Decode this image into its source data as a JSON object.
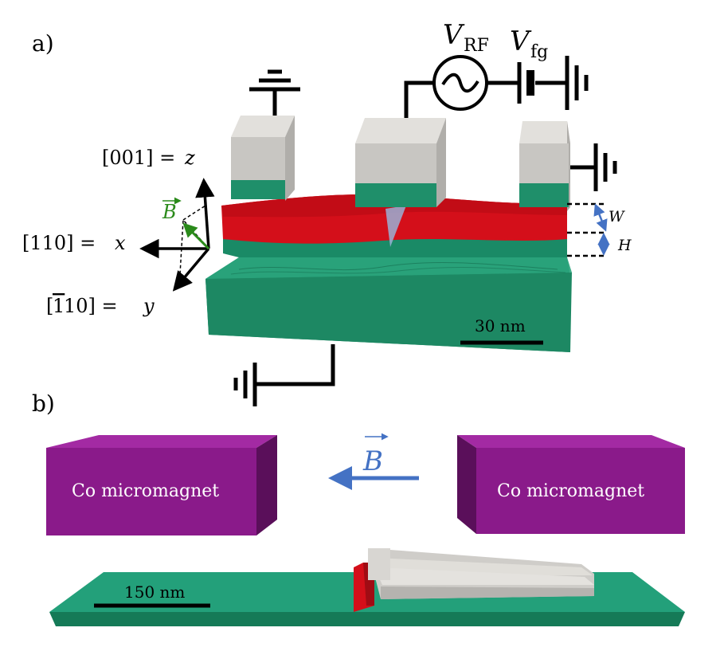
{
  "panel_a": {
    "label": "a)",
    "source_main": "V",
    "source_sub": "RF",
    "gate_main": "V",
    "gate_sub": "fg",
    "axis_z": "[001] = ",
    "axis_z_var": "z",
    "axis_x": "[110] = ",
    "axis_x_var": "x",
    "axis_y_bar": "1",
    "axis_y_rest": "10] = ",
    "axis_y_open": "[",
    "axis_y_var": "y",
    "field_vector": "B",
    "dim_w": "W",
    "dim_h": "H",
    "scale_bar": "30 nm"
  },
  "panel_b": {
    "label": "b)",
    "magnet_left": "Co micromagnet",
    "magnet_right": "Co micromagnet",
    "field_vector": "B",
    "scale_bar": "150 nm"
  },
  "colors": {
    "substrate": "#1f8f6a",
    "channel": "#d40f1a",
    "gate": "#c8c6c2",
    "magnet": "#8a1a8a",
    "field_blue": "#4472c4",
    "field_green": "#2a8a1a"
  }
}
